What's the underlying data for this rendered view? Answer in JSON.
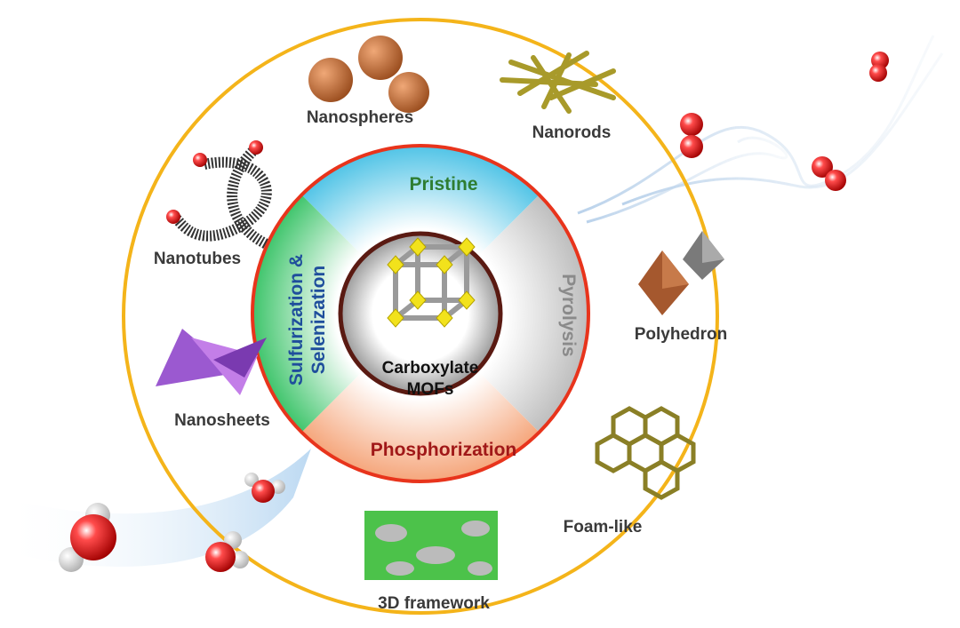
{
  "center": {
    "line1": "Carboxylate",
    "line2": "MOFs"
  },
  "treatments": {
    "top": "Pristine",
    "right": "Pyrolysis",
    "bottom": "Phosphorization",
    "left_line1": "Sulfurization &",
    "left_line2": "Selenization"
  },
  "morphologies": {
    "nanospheres": "Nanospheres",
    "nanorods": "Nanorods",
    "nanotubes": "Nanotubes",
    "nanosheets": "Nanosheets",
    "framework3d": "3D framework",
    "foam": "Foam-like",
    "polyhedron": "Polyhedron"
  },
  "colors": {
    "outer_ring": "#f4b41a",
    "inner_ring": "#e8341c",
    "pristine_text": "#2e7d32",
    "pyrolysis_text": "#8a8a8a",
    "phosphorization_text": "#a01818",
    "sulfurization_text": "#1f4e9c",
    "pristine_fill": "#4fc3e6",
    "pyrolysis_fill": "#bdbdbd",
    "phosphorization_fill": "#f5a57a",
    "sulfurization_fill": "#3dc46a"
  }
}
